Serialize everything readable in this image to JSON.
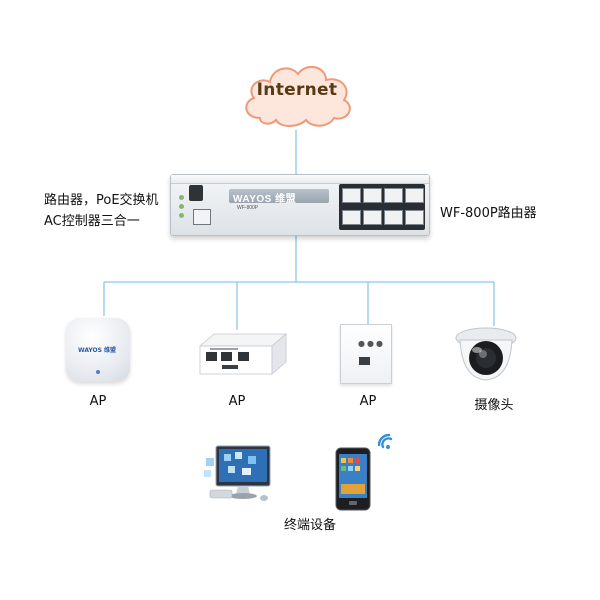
{
  "cloud": {
    "label": "Internet"
  },
  "router": {
    "brand": "WAYOS 维盟",
    "model_small": "WF-800P",
    "label": "WF-800P路由器"
  },
  "left_description": {
    "line1": "路由器，PoE交换机",
    "line2": "AC控制器三合一"
  },
  "devices": [
    {
      "label": "AP"
    },
    {
      "label": "AP"
    },
    {
      "label": "AP"
    },
    {
      "label": "摄像头"
    }
  ],
  "terminals": {
    "label": "终端设备"
  },
  "colors": {
    "line": "#8ec7e7",
    "cloud_fill": "#fde7dc",
    "cloud_stroke": "#ee9a78",
    "brand_blue": "#1b4f9c"
  }
}
